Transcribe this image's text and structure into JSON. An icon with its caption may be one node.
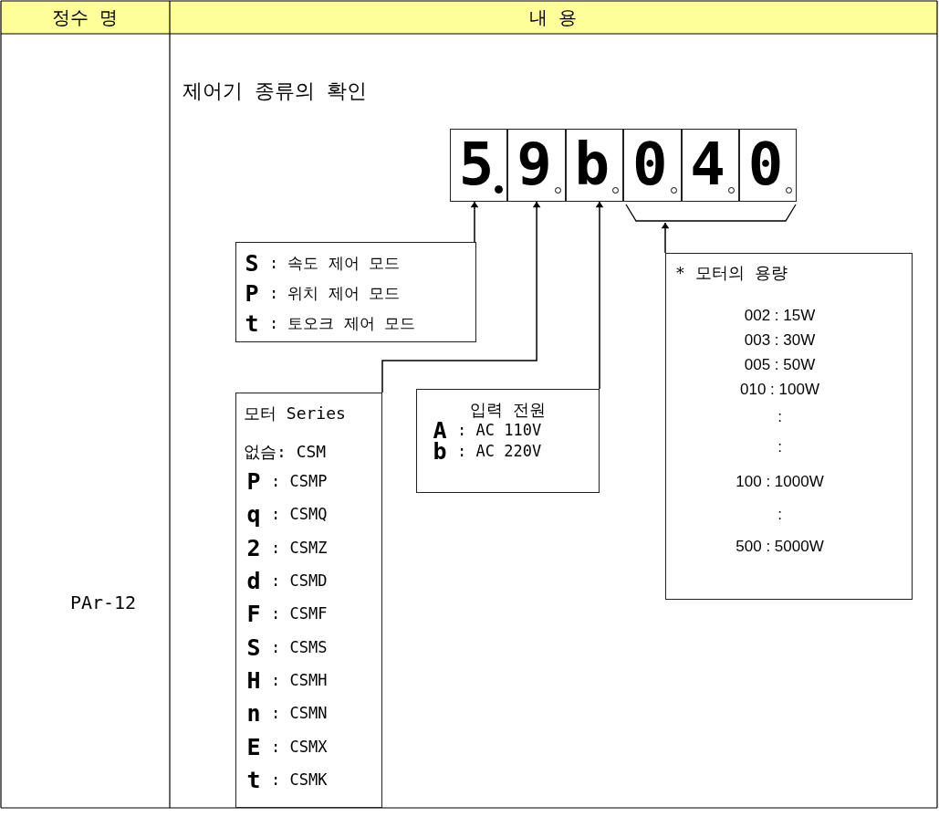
{
  "diagram": {
    "nodes": [
      {
        "text": [
          "5"
        ]
      },
      {
        "text": [
          "9"
        ]
      },
      {
        "text": [
          "b"
        ]
      },
      {
        "text": [
          "0"
        ]
      },
      {
        "text": [
          "4"
        ]
      },
      {
        "text": [
          "0"
        ]
      },
      {
        "text": [
          "S",
          ": 속도 제어 모드",
          "P",
          ": 위치 제어 모드",
          "t",
          ": 토오크 제어 모드"
        ]
      },
      {
        "text": [
          "모터 Series",
          "없슴: CSM",
          "P",
          ": CSMP",
          "q",
          ": CSMQ",
          "2",
          ": CSMZ",
          "d",
          ": CSMD",
          "F",
          ": CSMF",
          "S",
          ": CSMS",
          "H",
          ": CSMH",
          "n",
          ": CSMN",
          "E",
          ": CSMX",
          "t",
          ": CSMK"
        ]
      },
      {
        "text": [
          "입력 전원",
          "A",
          ": AC 110V",
          "b",
          ": AC 220V"
        ]
      },
      {
        "text": [
          "* 모터의 용량",
          "002 : 15W",
          "003 : 30W",
          "005 : 50W",
          "010 : 100W",
          ":",
          ":",
          "100 : 1000W",
          ":",
          "500 : 5000W"
        ]
      },
      {
        "text": [],
        "shape": "bracket"
      }
    ],
    "edges": [
      {
        "from": 6,
        "to": 0,
        "arrow": "to"
      },
      {
        "from": 7,
        "to": 1,
        "arrow": "to"
      },
      {
        "from": 8,
        "to": 2,
        "arrow": "to"
      },
      {
        "from": 9,
        "to": 10,
        "arrow": "to"
      }
    ],
    "labels": [
      "정수 명",
      "내 용",
      "PAr-12",
      "제어기 종류의 확인"
    ]
  }
}
